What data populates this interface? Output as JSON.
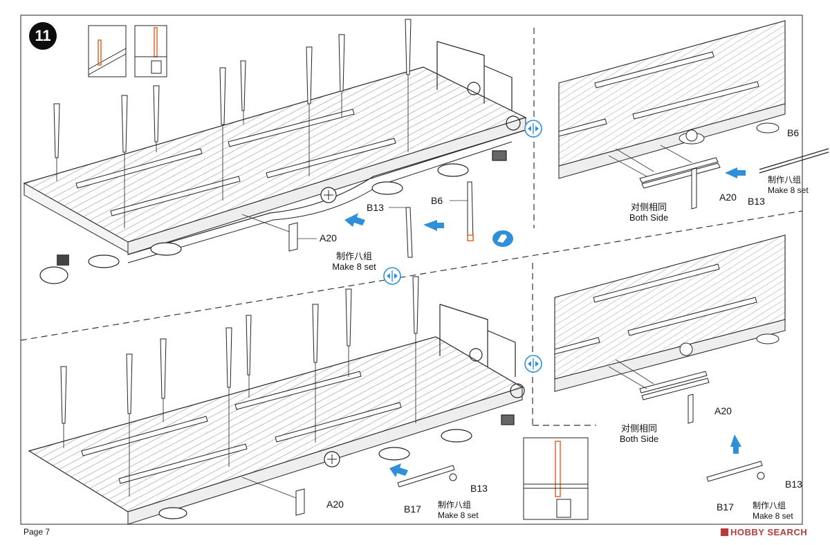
{
  "step": {
    "number": "11"
  },
  "page": {
    "label": "Page 7"
  },
  "watermark": {
    "text": "HOBBY SEARCH"
  },
  "parts": {
    "a20": "A20",
    "b6": "B6",
    "b13": "B13",
    "b17": "B17"
  },
  "notes": {
    "make8_cn": "制作八组",
    "make8_en": "Make 8 set",
    "both_cn": "对侧相同",
    "both_en": "Both Side"
  },
  "colors": {
    "accent": "#2f8fd8",
    "orange": "#e0672a",
    "line": "#222222"
  },
  "icons": [
    "step-badge",
    "flip-rotate-icon",
    "glue-icon",
    "arrow-indicator"
  ]
}
